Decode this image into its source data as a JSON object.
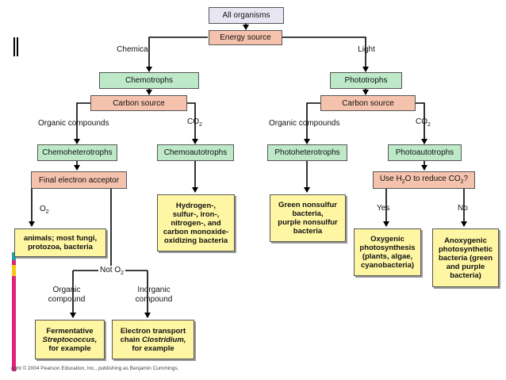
{
  "nodes": {
    "all_organisms": "All organisms",
    "energy_source": "Energy source",
    "chemotrophs": "Chemotrophs",
    "phototrophs": "Phototrophs",
    "carbon_source_left": "Carbon source",
    "carbon_source_right": "Carbon source",
    "chemoheterotrophs": "Chemoheterotrophs",
    "chemoautotrophs": "Chemoautotrophs",
    "photoheterotrophs": "Photoheterotrophs",
    "photoautotrophs": "Photoautotrophs",
    "final_electron_acceptor": "Final electron acceptor",
    "use_h2o_prefix": "Use H",
    "use_h2o_sub1": "2",
    "use_h2o_middle": "O to reduce CO",
    "use_h2o_sub2": "2",
    "use_h2o_suffix": "?"
  },
  "edge_labels": {
    "chemical": "Chemical",
    "light": "Light",
    "organic_compounds_left": "Organic compounds",
    "co2_left_main": "CO",
    "co2_left_sub": "2",
    "organic_compounds_right": "Organic compounds",
    "co2_right_main": "CO",
    "co2_right_sub": "2",
    "o2_main": "O",
    "o2_sub": "2",
    "not_o2_main": "Not O",
    "not_o2_sub": "2",
    "organic_compound": "Organic\ncompound",
    "inorganic_compound": "Inorganic\ncompound",
    "yes": "Yes",
    "no": "No"
  },
  "examples": {
    "animals": "animals; most fungi,\nprotozoa, bacteria",
    "fermentative_line1": "Fermentative",
    "fermentative_italic": "Streptococcus,",
    "fermentative_line3": "for example",
    "electron_transport_line1": "Electron transport",
    "electron_transport_prefix": "chain ",
    "electron_transport_italic": "Clostridium,",
    "electron_transport_line3": "for example",
    "chemoautotroph_examples": "Hydrogen-,\nsulfur-, iron-,\nnitrogen-, and\ncarbon monoxide-\noxidizing bacteria",
    "photoheterotroph_examples": "Green nonsulfur\nbacteria,\npurple nonsulfur\nbacteria",
    "oxygenic": "Oxygenic\nphotosynthesis\n(plants, algae,\ncyanobacteria)",
    "anoxygenic": "Anoxygenic\nphotosynthetic\nbacteria (green\nand purple\nbacteria)"
  },
  "copyright": "right © 2004 Pearson Education, Inc., publishing as Benjamin Cummings.",
  "colors": {
    "root_fill": "#e9e6f4",
    "decision_fill": "#f5c2ad",
    "group_fill": "#bde9c9",
    "example_fill": "#fff6a3",
    "accent_pink": "#e0237a",
    "accent_yellow": "#f5c518",
    "accent_teal": "#1fa3a8"
  }
}
